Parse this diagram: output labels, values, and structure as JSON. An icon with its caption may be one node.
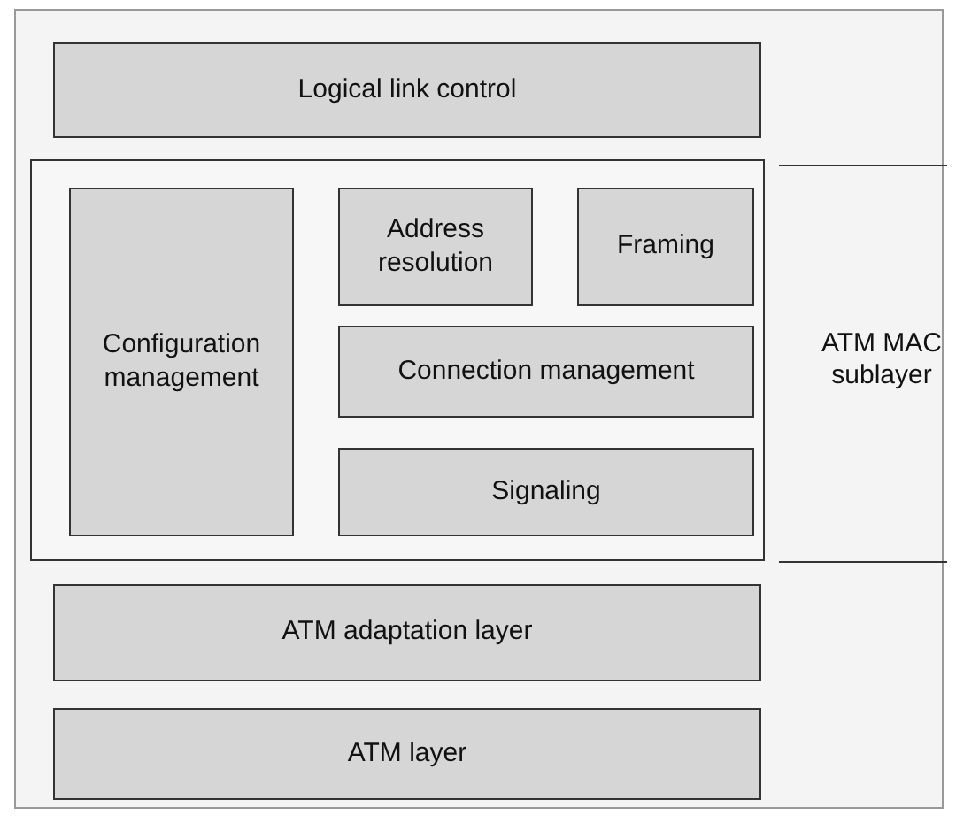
{
  "diagram": {
    "nodes": [
      {
        "text": [
          "Logical link control"
        ]
      },
      {
        "text": [
          "ATM MAC sublayer"
        ]
      },
      {
        "text": [
          "Configuration management"
        ],
        "in": 1
      },
      {
        "text": [
          "Address resolution"
        ],
        "in": 1
      },
      {
        "text": [
          "Framing"
        ],
        "in": 1
      },
      {
        "text": [
          "Connection management"
        ],
        "in": 1
      },
      {
        "text": [
          "Signaling"
        ],
        "in": 1
      },
      {
        "text": [
          "ATM adaptation layer"
        ]
      },
      {
        "text": [
          "ATM layer"
        ]
      }
    ]
  }
}
